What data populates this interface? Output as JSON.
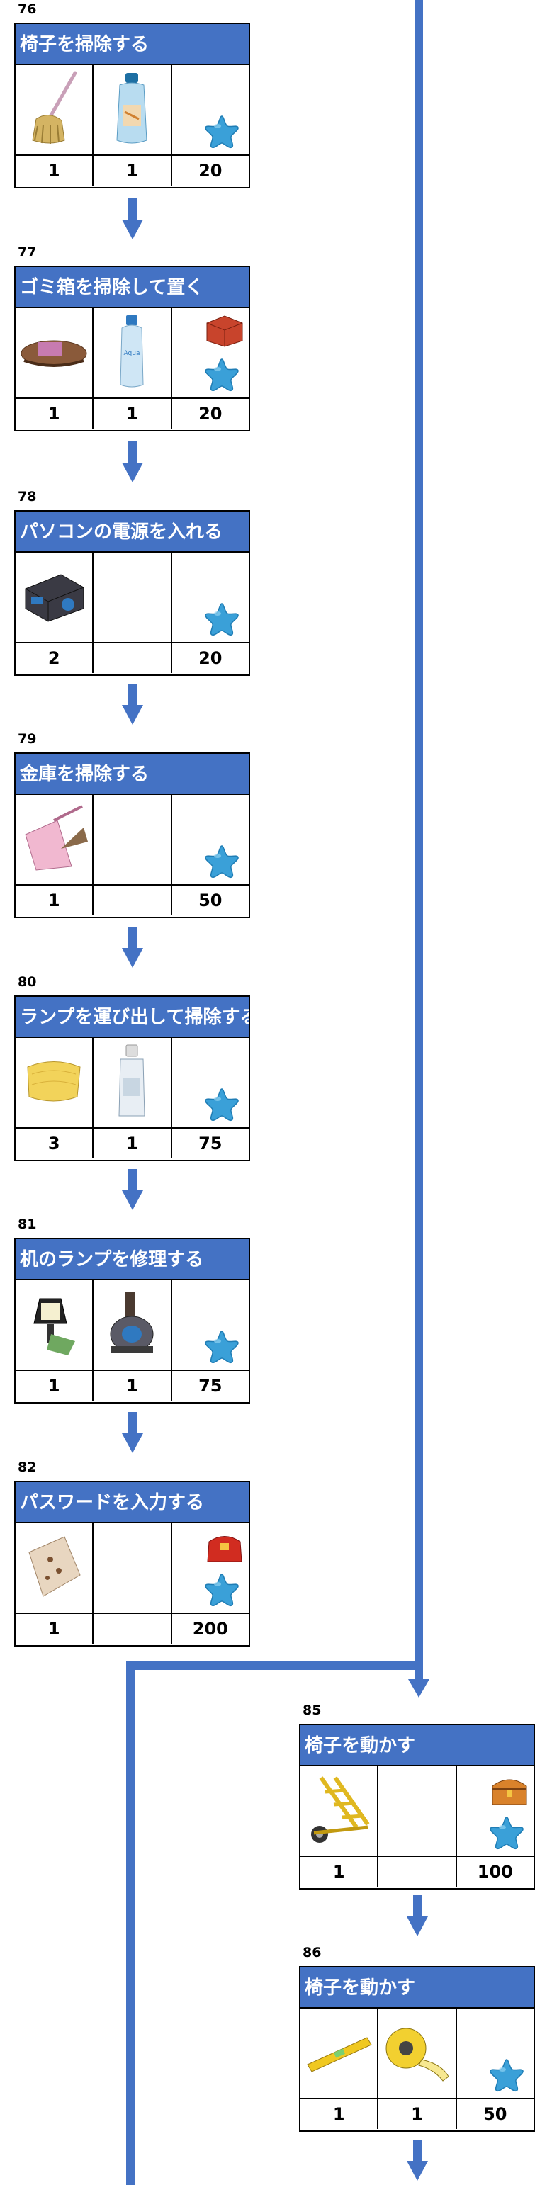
{
  "colors": {
    "accent": "#4472c4",
    "star": "#3aa0d8"
  },
  "tasks": [
    {
      "number": "76",
      "title": "椅子を掃除する",
      "items": [
        "mop-icon",
        "cleaner-bottle-icon"
      ],
      "reward_icons": [
        "star-icon"
      ],
      "counts": [
        "1",
        "1",
        "20"
      ]
    },
    {
      "number": "77",
      "title": "ゴミ箱を掃除して置く",
      "items": [
        "brush-icon",
        "water-bottle-icon"
      ],
      "reward_icons": [
        "red-box-icon",
        "star-icon"
      ],
      "counts": [
        "1",
        "1",
        "20"
      ]
    },
    {
      "number": "78",
      "title": "パソコンの電源を入れる",
      "items": [
        "power-supply-icon"
      ],
      "reward_icons": [
        "star-icon"
      ],
      "counts": [
        "2",
        "",
        "20"
      ]
    },
    {
      "number": "79",
      "title": "金庫を掃除する",
      "items": [
        "dustpan-icon"
      ],
      "reward_icons": [
        "star-icon"
      ],
      "counts": [
        "1",
        "",
        "50"
      ]
    },
    {
      "number": "80",
      "title": "ランプを運び出して掃除する",
      "items": [
        "cloth-icon",
        "spray-bottle-icon"
      ],
      "reward_icons": [
        "star-icon"
      ],
      "counts": [
        "3",
        "1",
        "75"
      ]
    },
    {
      "number": "81",
      "title": "机のランプを修理する",
      "items": [
        "lamp-icon",
        "tape-roll-icon"
      ],
      "reward_icons": [
        "star-icon"
      ],
      "counts": [
        "1",
        "1",
        "75"
      ]
    },
    {
      "number": "82",
      "title": "パスワードを入力する",
      "items": [
        "paper-note-icon"
      ],
      "reward_icons": [
        "red-bag-icon",
        "star-icon"
      ],
      "counts": [
        "1",
        "",
        "200"
      ]
    },
    {
      "number": "85",
      "title": "椅子を動かす",
      "items": [
        "hand-truck-icon"
      ],
      "reward_icons": [
        "treasure-chest-icon",
        "star-icon"
      ],
      "counts": [
        "1",
        "",
        "100"
      ]
    },
    {
      "number": "86",
      "title": "椅子を動かす",
      "items": [
        "level-tool-icon",
        "tape-measure-icon"
      ],
      "reward_icons": [
        "star-icon"
      ],
      "counts": [
        "1",
        "1",
        "50"
      ]
    }
  ]
}
